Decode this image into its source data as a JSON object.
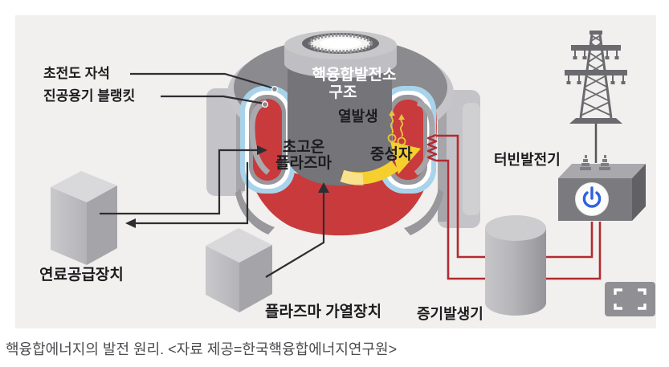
{
  "caption": "핵융합에너지의 발전 원리. <자료 제공=한국핵융합에너지연구원>",
  "reactor": {
    "title_line1": "핵융합발전소",
    "title_line2": "구조",
    "superconducting_magnet": "초전도 자석",
    "vacuum_vessel_blanket": "진공용기 블랭킷",
    "heat_generation": "열발생",
    "plasma_line1": "초고온",
    "plasma_line2": "플라즈마",
    "neutron": "중성자"
  },
  "equipment": {
    "fuel_supply": "연료공급장치",
    "plasma_heating": "플라즈마 가열장치",
    "steam_generator": "증기발생기",
    "turbine_generator": "터빈발전기"
  },
  "colors": {
    "panel_bg": "#f1f0ee",
    "plasma_red": "#c93a3c",
    "blanket_blue": "#a9d3ea",
    "pipe_red": "#b22b31",
    "arrow_yellow": "#f5d02f",
    "power_blue": "#2f62df",
    "structure_gray": "#8a8a8f"
  }
}
